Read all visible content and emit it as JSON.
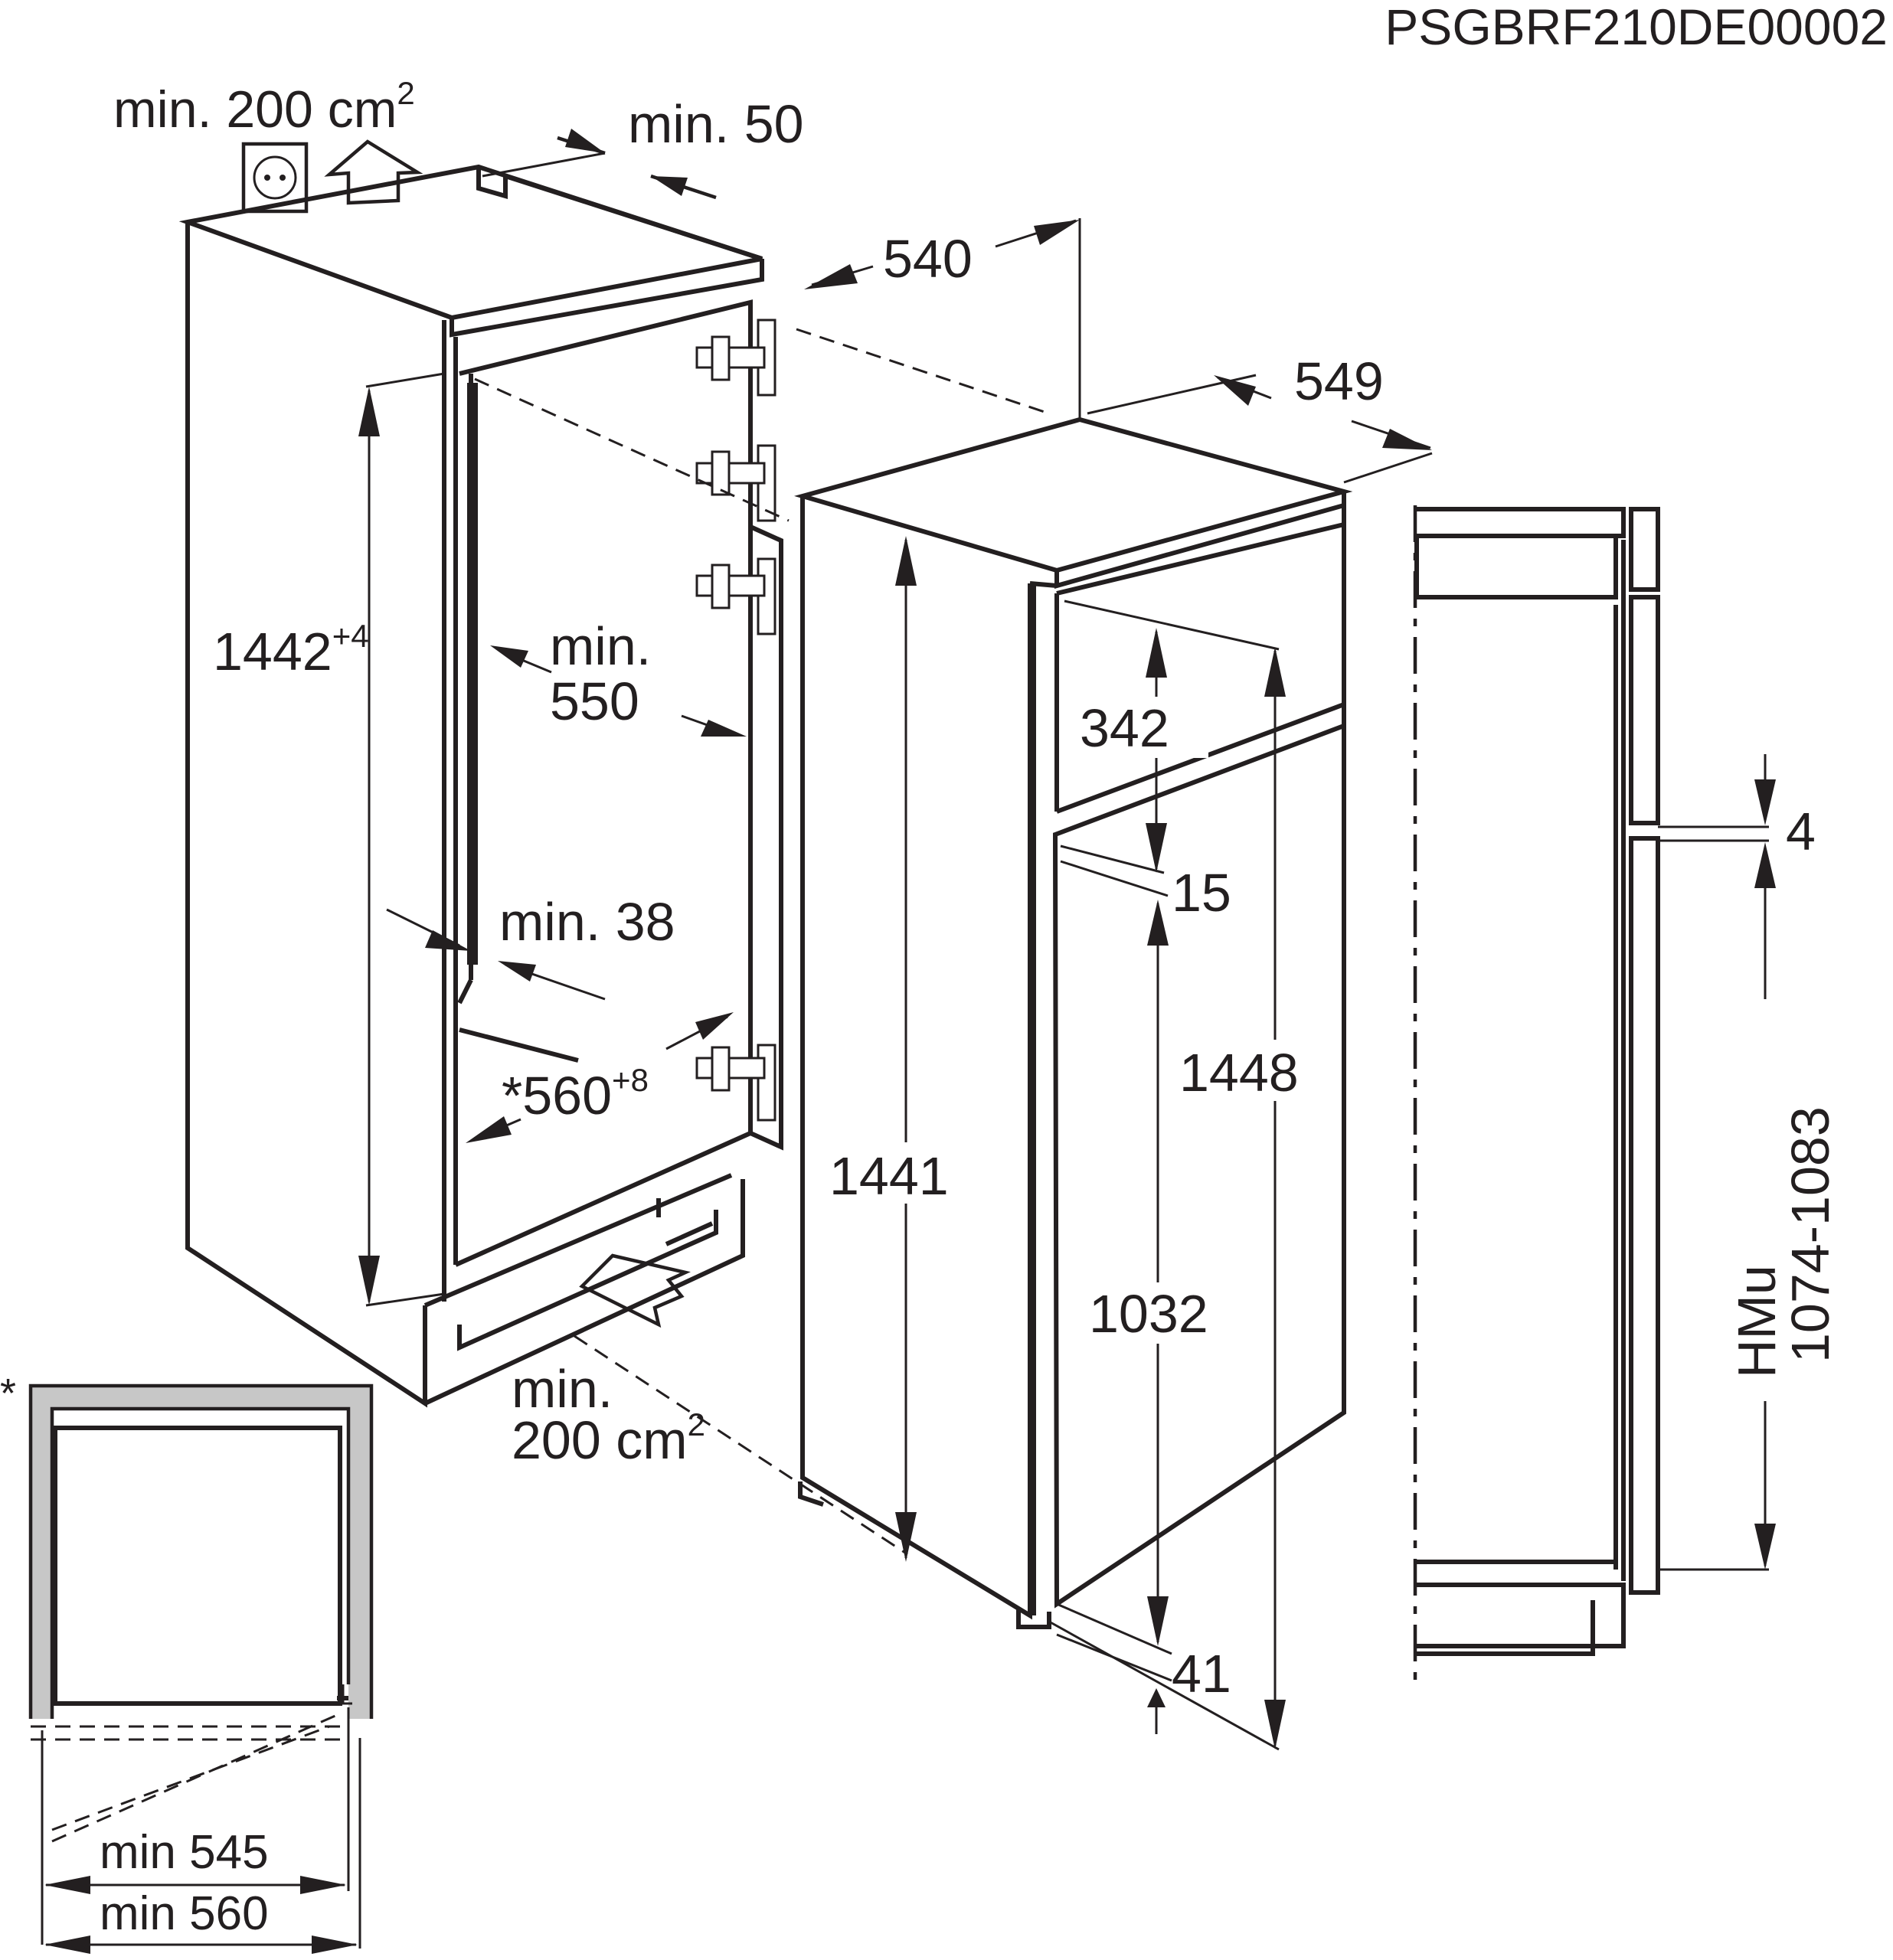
{
  "doc_id": "PSGBRF210DE00002",
  "labels": {
    "vent_top": "min. 200 cm",
    "vent_top_sup": "2",
    "gap_top": "min. 50",
    "depth_540": "540",
    "depth_549": "549",
    "niche_height": "1442",
    "niche_height_tol": "+4",
    "min_550_a": "min.",
    "min_550_b": "550",
    "min_38": "min. 38",
    "niche_width": "*560",
    "niche_width_tol": "+8",
    "vent_bottom_a": "min.",
    "vent_bottom_b": "200 cm",
    "vent_bottom_sup": "2",
    "height_1441": "1441",
    "height_1448": "1448",
    "door_342": "342",
    "gap_15": "15",
    "door_1032": "1032",
    "bottom_41": "41",
    "gap_4": "4",
    "hmu_label": "HMu",
    "hmu_range": "1074-1083",
    "asterisk": "*",
    "min_545": "min 545",
    "min_560": "min 560"
  },
  "icons": {
    "socket": "power-socket-icon",
    "vent_arrow_up": "airflow-up-arrow-icon",
    "vent_arrow_in": "airflow-in-arrow-icon"
  }
}
